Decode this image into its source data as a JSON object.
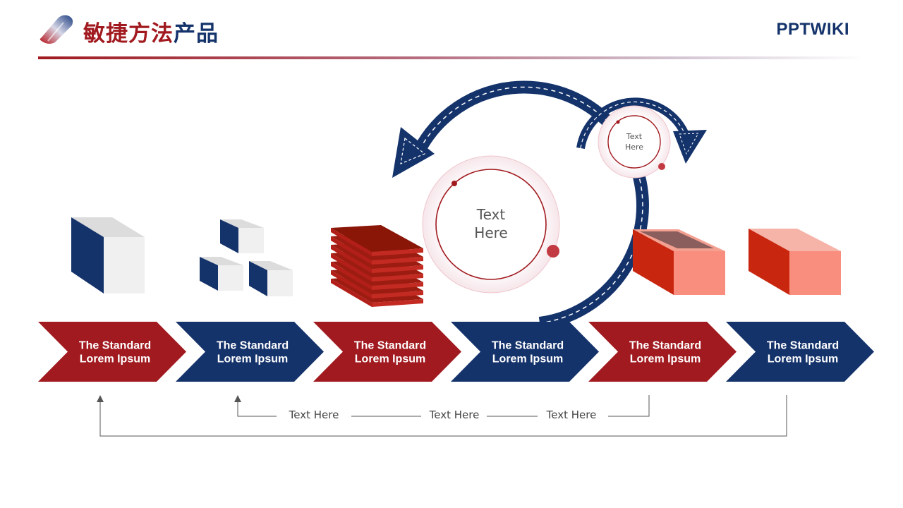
{
  "header": {
    "title_part_red": "敏捷方法",
    "title_part_blue": "产品",
    "brand": "PPTWIKI"
  },
  "colors": {
    "red": "#a11a1f",
    "navy": "#15336b",
    "salmon": "#f98e7e",
    "orange_red": "#c8260f"
  },
  "steps": [
    {
      "line1": "The Standard",
      "line2": "Lorem Ipsum",
      "color": "red"
    },
    {
      "line1": "The Standard",
      "line2": "Lorem Ipsum",
      "color": "navy"
    },
    {
      "line1": "The Standard",
      "line2": "Lorem Ipsum",
      "color": "red"
    },
    {
      "line1": "The Standard",
      "line2": "Lorem Ipsum",
      "color": "navy"
    },
    {
      "line1": "The Standard",
      "line2": "Lorem Ipsum",
      "color": "red"
    },
    {
      "line1": "The Standard",
      "line2": "Lorem Ipsum",
      "color": "navy"
    }
  ],
  "big_circle": {
    "line1": "Text",
    "line2": "Here"
  },
  "small_circle": {
    "line1": "Text",
    "line2": "Here"
  },
  "bottom_labels": [
    "Text Here",
    "Text Here",
    "Text Here"
  ],
  "icons": [
    "navy-white-cube-icon",
    "three-small-cubes-icon",
    "stacked-red-sheets-icon",
    "open-red-box-icon",
    "red-block-icon"
  ]
}
